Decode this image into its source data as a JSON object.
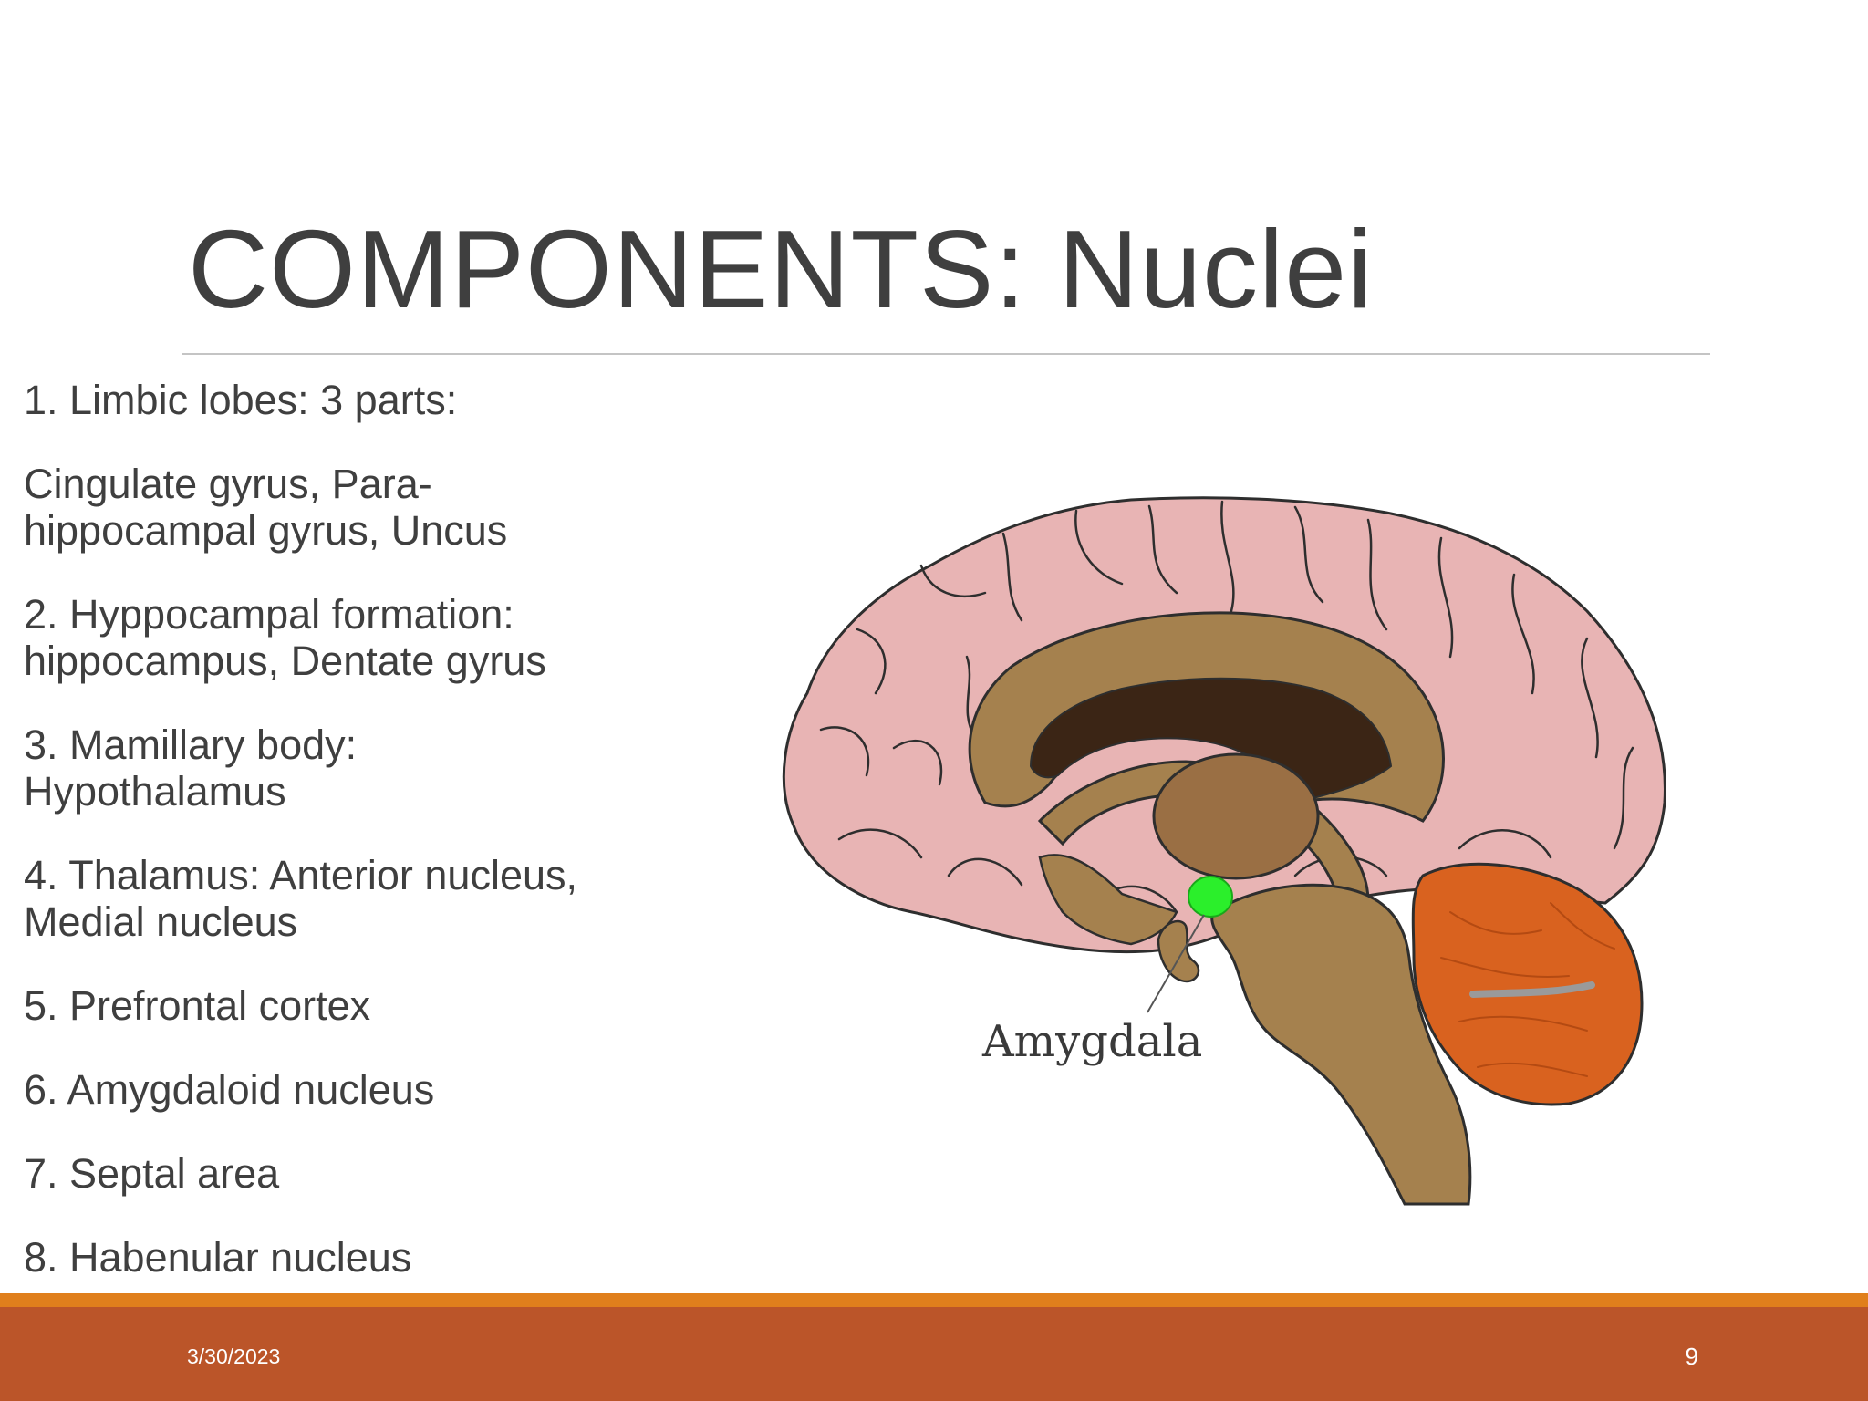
{
  "slide": {
    "title": "COMPONENTS: Nuclei",
    "items": [
      "1. Limbic lobes: 3 parts:",
      " Cingulate gyrus, Para-\nhippocampal gyrus, Uncus",
      "2. Hyppocampal formation:\nhippocampus, Dentate gyrus",
      "3. Mamillary body:\nHypothalamus",
      "4. Thalamus: Anterior nucleus,\nMedial nucleus",
      "5. Prefrontal cortex",
      "6. Amygdaloid nucleus",
      "7. Septal area",
      "8. Habenular nucleus"
    ]
  },
  "figure": {
    "label": "Amygdala",
    "colors": {
      "cortex": "#e8b4b4",
      "corpus_callosum": "#a5814e",
      "ventricle": "#3b2515",
      "thalamus": "#9a6f44",
      "brainstem": "#a5814e",
      "cerebellum": "#d9621f",
      "amygdala": "#2bef2b"
    }
  },
  "footer": {
    "date": "3/30/2023",
    "page_number": "9",
    "colors": {
      "bar": "#bb5529",
      "accent": "#e07f1c"
    }
  }
}
